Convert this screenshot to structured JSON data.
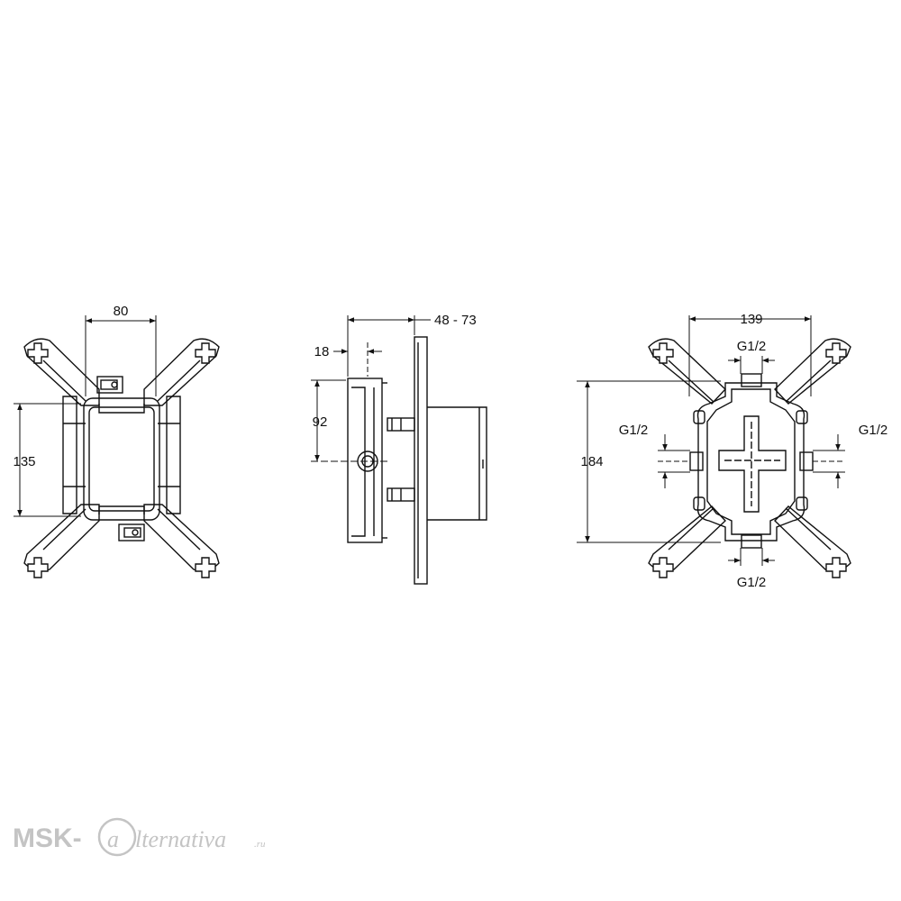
{
  "views": {
    "front": {
      "width_label": "80",
      "height_label": "135"
    },
    "side": {
      "depth_label": "48 - 73",
      "offset_label": "18",
      "height_label": "92"
    },
    "back": {
      "width_label": "139",
      "height_label": "184",
      "port_top_label": "G1/2",
      "port_bottom_label": "G1/2",
      "port_left_label": "G1/2",
      "port_right_label": "G1/2"
    }
  },
  "watermark": {
    "prefix": "MSK-",
    "script": "lternativa",
    "suffix": ".ru"
  }
}
